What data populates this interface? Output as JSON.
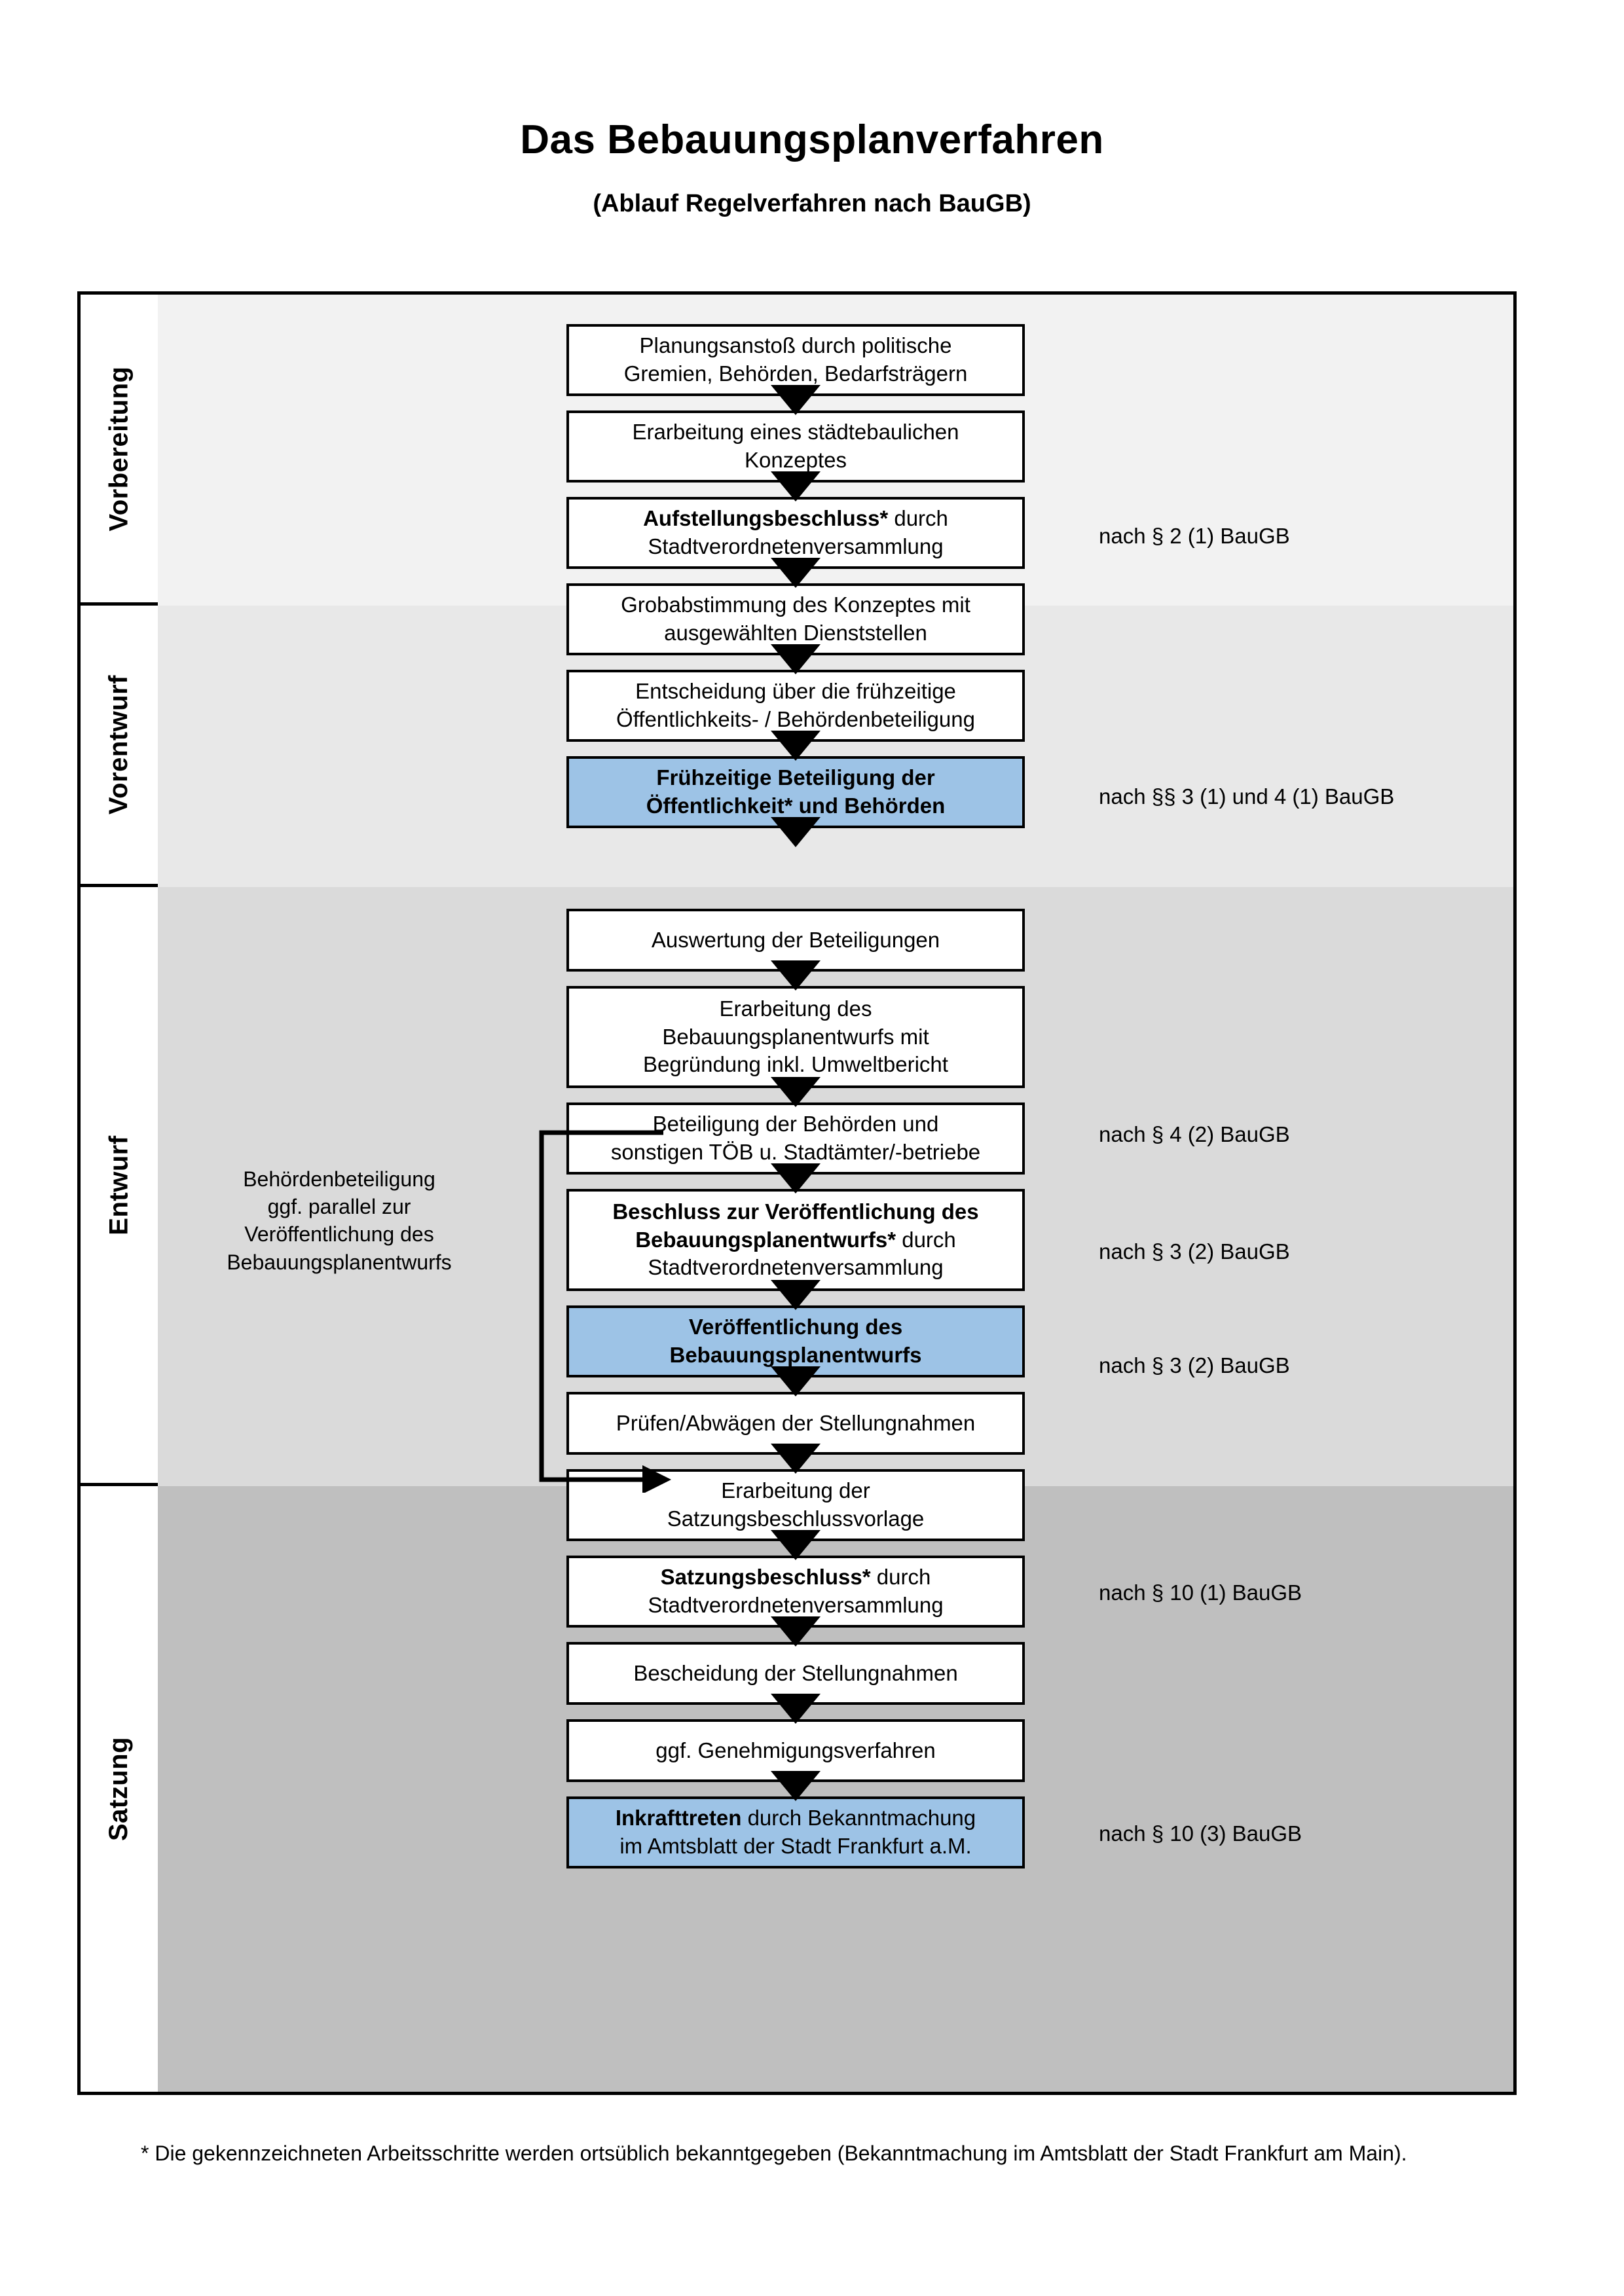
{
  "header": {
    "title": "Das Bebauungsplanverfahren",
    "subtitle": "(Ablauf Regelverfahren nach BauGB)"
  },
  "colors": {
    "highlight_box": "#9DC3E6",
    "band_vorbereitung": "#F2F2F2",
    "band_vorentwurf": "#E8E8E8",
    "band_entwurf": "#DADADA",
    "band_satzung": "#BFBFBF",
    "border": "#000000"
  },
  "bands": [
    {
      "label": "Vorbereitung"
    },
    {
      "label": "Vorentwurf"
    },
    {
      "label": "Entwurf"
    },
    {
      "label": "Satzung"
    }
  ],
  "steps": [
    {
      "line1": "Planungsanstoß durch politische",
      "line2": "Gremien, Behörden, Bedarfsträgern",
      "bold": "",
      "highlight": false
    },
    {
      "line1": "Erarbeitung eines städtebaulichen",
      "line2": "Konzeptes",
      "bold": "",
      "highlight": false
    },
    {
      "line1": "",
      "line2": "Stadtverordnetenversammlung",
      "bold": "Aufstellungsbeschluss*",
      "after_bold": " durch",
      "highlight": false
    },
    {
      "line1": "Grobabstimmung des Konzeptes mit",
      "line2": "ausgewählten Dienststellen",
      "bold": "",
      "highlight": false
    },
    {
      "line1": "Entscheidung über die frühzeitige",
      "line2": "Öffentlichkeits- / Behördenbeteiligung",
      "bold": "",
      "highlight": false
    },
    {
      "line1": "Frühzeitige Beteiligung der",
      "line2": "Öffentlichkeit* und Behörden",
      "bold": "all",
      "highlight": true
    },
    {
      "line1": "Auswertung der Beteiligungen",
      "line2": "",
      "bold": "",
      "highlight": false
    },
    {
      "line1": "Erarbeitung des",
      "line2": "Bebauungsplanentwurfs mit",
      "line3": "Begründung inkl. Umweltbericht",
      "bold": "",
      "highlight": false
    },
    {
      "line1": "Beteiligung der Behörden und",
      "line2": "sonstigen TÖB u. Stadtämter/-betriebe",
      "bold": "",
      "highlight": false
    },
    {
      "line1": "Beschluss zur Veröffentlichung des",
      "line2": "Bebauungsplanentwurfs*",
      "line3": "Stadtverordnetenversammlung",
      "bold": "partial2",
      "after_bold": " durch",
      "highlight": false
    },
    {
      "line1": "Veröffentlichung des",
      "line2": "Bebauungsplanentwurfs",
      "bold": "all",
      "highlight": true
    },
    {
      "line1": "Prüfen/Abwägen der Stellungnahmen",
      "line2": "",
      "bold": "",
      "highlight": false
    },
    {
      "line1": "Erarbeitung der",
      "line2": "Satzungsbeschlussvorlage",
      "bold": "",
      "highlight": false
    },
    {
      "line1": "",
      "line2": "Stadtverordnetenversammlung",
      "bold": "Satzungsbeschluss*",
      "after_bold": " durch",
      "highlight": false
    },
    {
      "line1": "Bescheidung der Stellungnahmen",
      "line2": "",
      "bold": "",
      "highlight": false
    },
    {
      "line1": "ggf. Genehmigungsverfahren",
      "line2": "",
      "bold": "",
      "highlight": false
    },
    {
      "line1": "",
      "line2": "im Amtsblatt der Stadt Frankfurt a.M.",
      "bold": "Inkrafttreten",
      "after_bold": " durch Bekanntmachung",
      "highlight": true
    }
  ],
  "legal_refs": [
    {
      "text": "nach § 2 (1) BauGB"
    },
    {
      "text": "nach §§ 3 (1) und 4 (1) BauGB"
    },
    {
      "text": "nach § 4 (2) BauGB"
    },
    {
      "text": "nach § 3 (2) BauGB"
    },
    {
      "text": "nach § 3 (2) BauGB"
    },
    {
      "text": "nach § 10 (1) BauGB"
    },
    {
      "text": "nach § 10 (3) BauGB"
    }
  ],
  "side_note": {
    "line1": "Behördenbeteiligung",
    "line2": "ggf. parallel zur",
    "line3": "Veröffentlichung des",
    "line4": "Bebauungsplanentwurfs"
  },
  "footnote": {
    "text": "* Die gekennzeichneten Arbeitsschritte werden ortsüblich bekanntgegeben (Bekanntmachung im Amtsblatt  der Stadt Frankfurt am Main)."
  }
}
